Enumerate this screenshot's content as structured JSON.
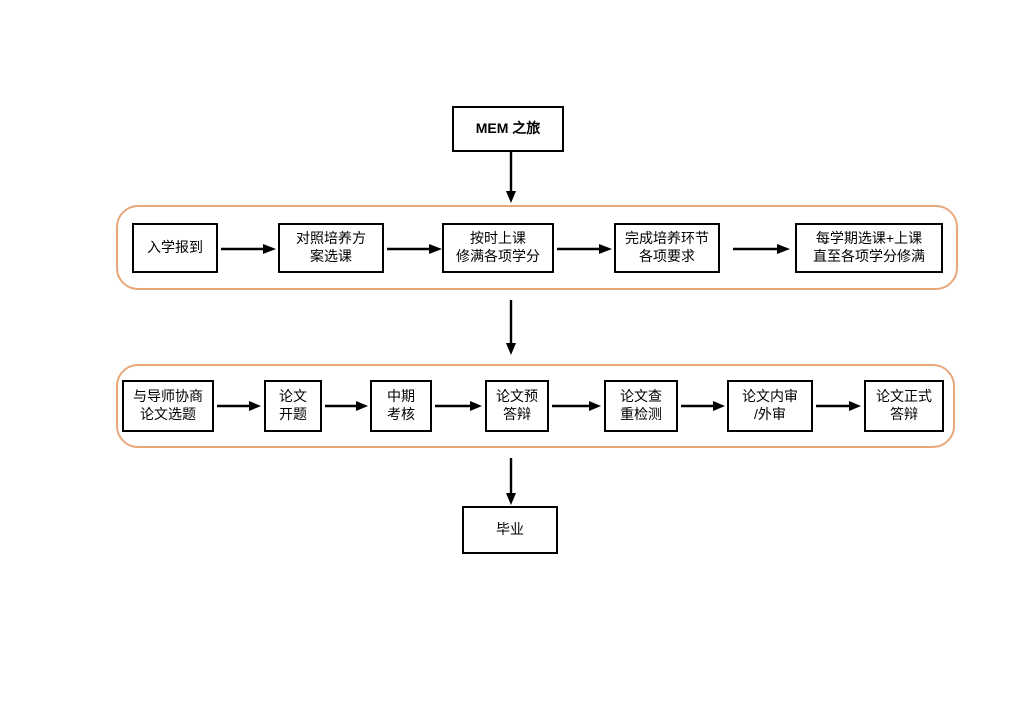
{
  "diagram": {
    "title_node": {
      "label": "MEM 之旅"
    },
    "end_node": {
      "label": "毕业"
    },
    "groups": [
      {
        "name": "coursework-stage",
        "accent": "#e8a87c"
      },
      {
        "name": "thesis-stage",
        "accent": "#e8a87c"
      }
    ],
    "row1": {
      "nodes": [
        {
          "label": "入学报到"
        },
        {
          "label": "对照培养方\n案选课"
        },
        {
          "label": "按时上课\n修满各项学分"
        },
        {
          "label": "完成培养环节\n各项要求"
        },
        {
          "label": "每学期选课+上课\n直至各项学分修满"
        }
      ]
    },
    "row2": {
      "nodes": [
        {
          "label": "与导师协商\n论文选题"
        },
        {
          "label": "论文\n开题"
        },
        {
          "label": "中期\n考核"
        },
        {
          "label": "论文预\n答辩"
        },
        {
          "label": "论文查\n重检测"
        },
        {
          "label": "论文内审\n/外审"
        },
        {
          "label": "论文正式\n答辩"
        }
      ]
    },
    "colors": {
      "node_border": "#000000",
      "node_fill": "#ffffff",
      "group_border": "#e8a87c",
      "arrow": "#000000",
      "text": "#000000",
      "background": "#ffffff"
    }
  }
}
